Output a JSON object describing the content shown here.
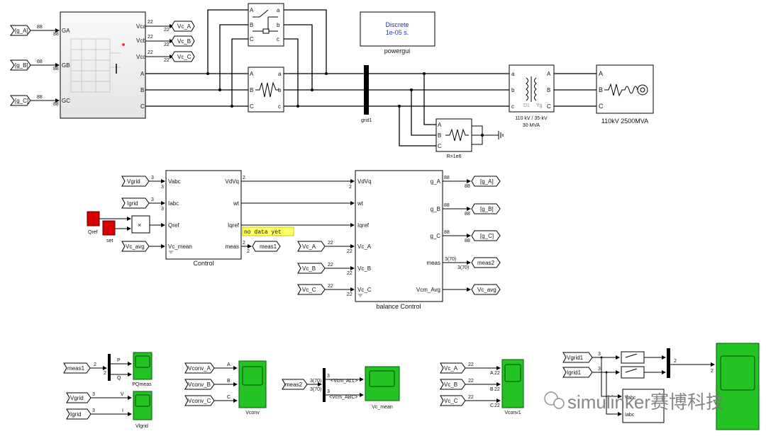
{
  "powergui": {
    "line1": "Discrete",
    "line2": "1e-05 s.",
    "label": "powergui"
  },
  "inverter": {
    "in_ports": [
      "GA",
      "GB",
      "GC"
    ],
    "out_ports": [
      "Vca",
      "Vcb",
      "Vcc",
      "A",
      "B",
      "C"
    ]
  },
  "goto_tags": {
    "vc_a": "Vc_A",
    "vc_b": "Vc_B",
    "vc_c": "Vc_C",
    "g_a": "[g_A]",
    "g_b": "[g_B]",
    "g_c": "[g_C]",
    "meas1": "meas1",
    "meas2": "meas2",
    "vc_avg": "Vc_avg"
  },
  "from_tags": {
    "g_a": "[g_A]",
    "g_b": "[g_B]",
    "g_c": "[g_C]",
    "vgrid": "Vgrid",
    "igrid": "Igrid",
    "vc_avg": "Vc_avg",
    "vc_a": "Vc_A",
    "vc_b": "Vc_B",
    "vc_c": "Vc_C",
    "meas1": "meas1",
    "meas2": "meas2",
    "vconv_a": "Vconv_A",
    "vconv_b": "Vconv_B",
    "vconv_c": "Vconv_C",
    "vgrid1": "Vgrid1",
    "igrid1": "Igrid1"
  },
  "signal_dims": {
    "d88": "88",
    "d22": "22",
    "d2": "2",
    "d3": "3",
    "d3_70": "3(70)"
  },
  "ports_abc": {
    "a": "A",
    "b": "B",
    "c": "C",
    "la": "a",
    "lb": "b",
    "lc": "c"
  },
  "grid_bus": {
    "label": "grid1"
  },
  "resistive_load": {
    "label": "R=1e6"
  },
  "transformer": {
    "line1": "110 kV / 35-kV",
    "line2": "30 MVA",
    "d1": "D1",
    "yg": "Yg"
  },
  "source": {
    "label": "110kV 2500MVA"
  },
  "control": {
    "label": "Control",
    "inputs": [
      "Vabc",
      "Iabc",
      "Qref",
      "Vc_mean"
    ],
    "outputs": [
      "VdVq",
      "wt",
      "Iqref",
      "meas"
    ]
  },
  "no_data": "no data yet",
  "qref_label": "Qref",
  "set_label": "set",
  "product_sign": "×",
  "balance": {
    "label": "balance Control",
    "inputs": [
      "VdVq",
      "wt",
      "Iqref",
      "Vc_A",
      "Vc_B",
      "Vc_C"
    ],
    "outputs": [
      "g_A",
      "g_B",
      "g_C",
      "meas",
      "Vcm_Avg"
    ]
  },
  "scopes": {
    "pqmeas": "PQmeas",
    "vlgrid": "Vlgrid",
    "vconv": "Vconv",
    "vc_mean": "Vc_mean",
    "vconv1": "Vconv1"
  },
  "mux_labels": {
    "p": "P",
    "q": "Q",
    "v": "V",
    "i": "I",
    "a": "A",
    "b": "B",
    "c": "C",
    "vcm_all": "<Vcm_ALL>",
    "vcm_abc": "<Vcm_ABC>"
  },
  "abc_block": {
    "vabc": "Vabc",
    "iabc": "Iabc"
  },
  "watermark": "simulinker赛博科技",
  "colors": {
    "scope": "#22c322",
    "constant": "#d90000",
    "highlight": "#ffff66"
  }
}
